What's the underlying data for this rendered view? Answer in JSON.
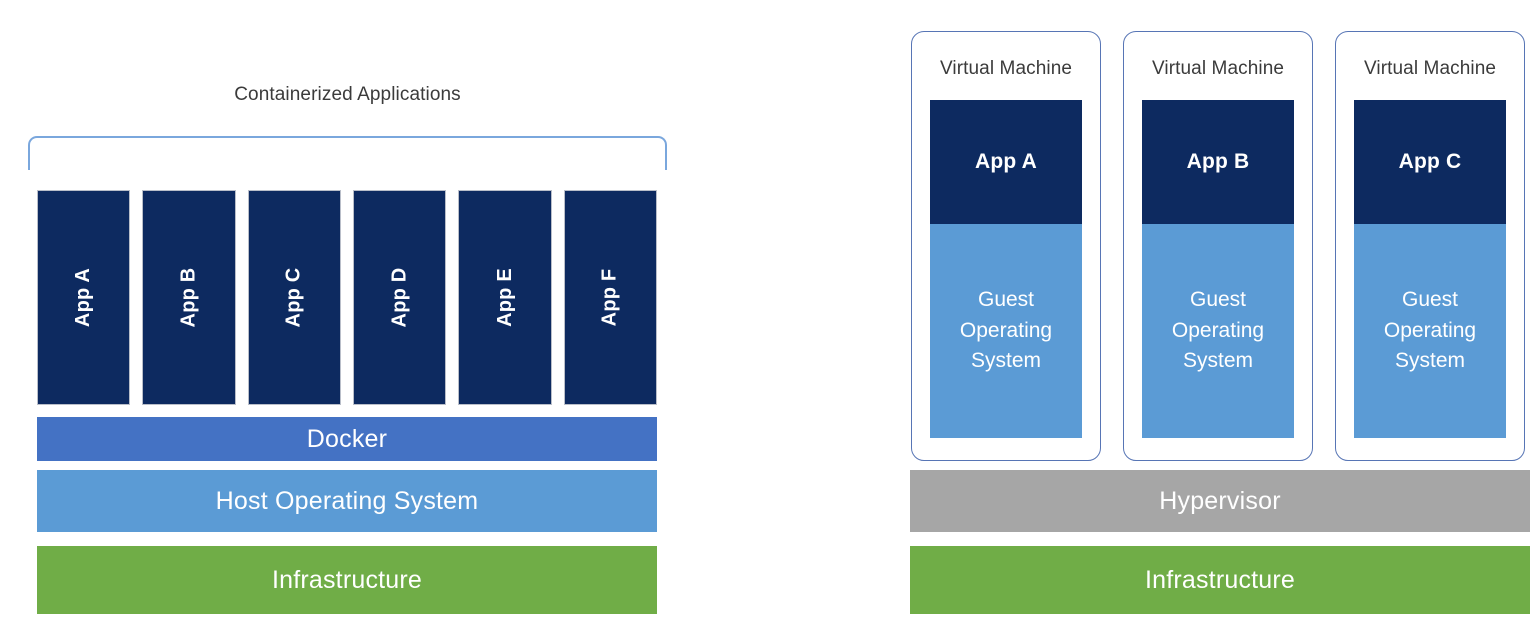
{
  "diagram": {
    "container_side": {
      "title": "Containerized Applications",
      "apps": [
        {
          "label": "App A"
        },
        {
          "label": "App B"
        },
        {
          "label": "App C"
        },
        {
          "label": "App D"
        },
        {
          "label": "App E"
        },
        {
          "label": "App F"
        }
      ],
      "layers": [
        {
          "label": "Docker",
          "color": "#4472c4"
        },
        {
          "label": "Host Operating System",
          "color": "#5b9bd5"
        },
        {
          "label": "Infrastructure",
          "color": "#70ad47"
        }
      ]
    },
    "vm_side": {
      "machines": [
        {
          "title": "Virtual Machine",
          "app": "App A",
          "guest_os": "Guest Operating System"
        },
        {
          "title": "Virtual Machine",
          "app": "App B",
          "guest_os": "Guest Operating System"
        },
        {
          "title": "Virtual Machine",
          "app": "App C",
          "guest_os": "Guest Operating System"
        }
      ],
      "layers": [
        {
          "label": "Hypervisor",
          "color": "#a6a6a6"
        },
        {
          "label": "Infrastructure",
          "color": "#70ad47"
        }
      ]
    },
    "colors": {
      "app_navy": "#0d2a60",
      "docker_blue": "#4472c4",
      "os_blue": "#5b9bd5",
      "infrastructure_green": "#70ad47",
      "hypervisor_gray": "#a6a6a6",
      "bracket_blue": "#7aa7dd",
      "vm_border_blue": "#5775b5"
    }
  }
}
